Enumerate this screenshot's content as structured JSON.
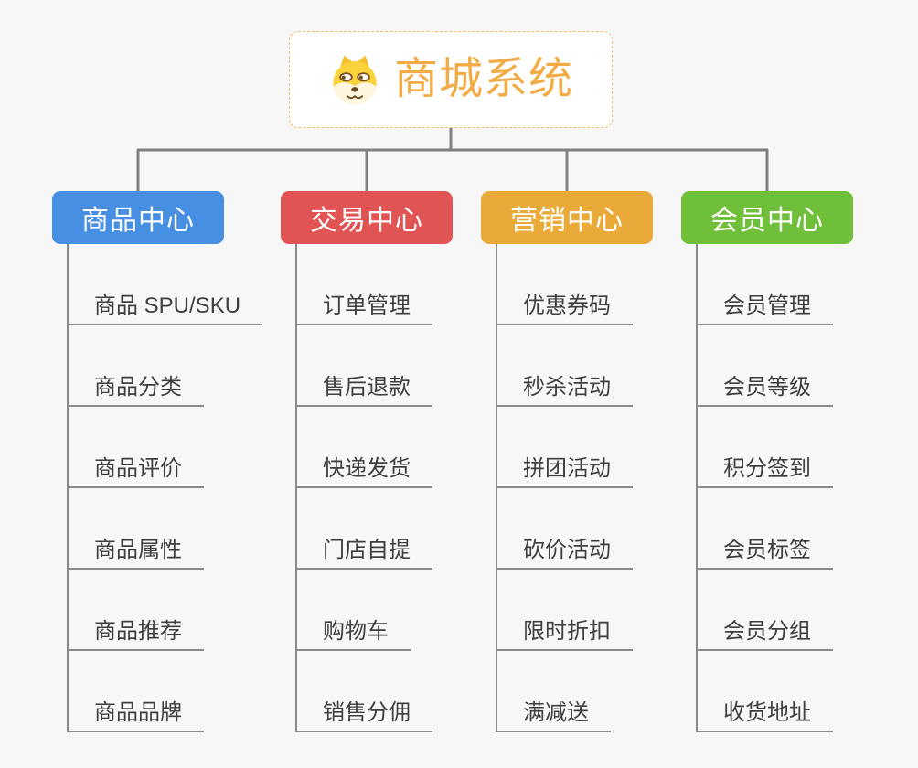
{
  "canvas": {
    "background": "#f7f7f7",
    "connector_color": "#808080",
    "line_color": "#8a8a8a",
    "item_text_color": "#3e3e3e"
  },
  "root": {
    "title": "商城系统",
    "title_color": "#f2ab45",
    "border_color": "#f3ba69",
    "icon": "dog-face-icon"
  },
  "branches": [
    {
      "label": "商品中心",
      "color": "#478fe3",
      "children": [
        "商品 SPU/SKU",
        "商品分类",
        "商品评价",
        "商品属性",
        "商品推荐",
        "商品品牌"
      ]
    },
    {
      "label": "交易中心",
      "color": "#e15454",
      "children": [
        "订单管理",
        "售后退款",
        "快递发货",
        "门店自提",
        "购物车",
        "销售分佣"
      ]
    },
    {
      "label": "营销中心",
      "color": "#eaaa39",
      "children": [
        "优惠券码",
        "秒杀活动",
        "拼团活动",
        "砍价活动",
        "限时折扣",
        "满减送"
      ]
    },
    {
      "label": "会员中心",
      "color": "#6fbf3b",
      "children": [
        "会员管理",
        "会员等级",
        "积分签到",
        "会员标签",
        "会员分组",
        "收货地址"
      ]
    }
  ]
}
